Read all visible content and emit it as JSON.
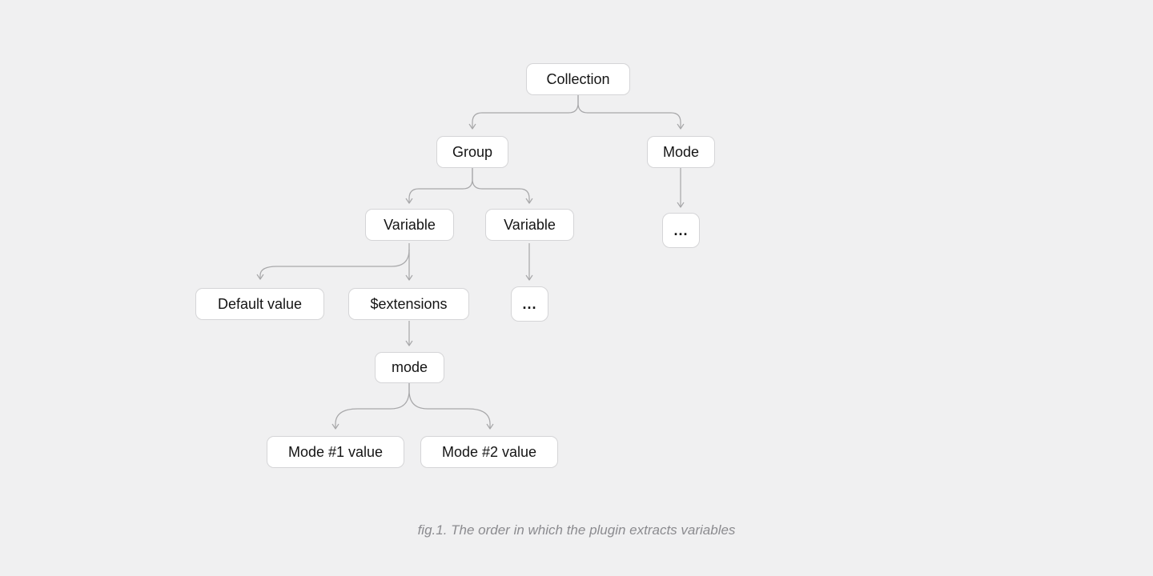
{
  "figure": {
    "caption": "fig.1. The order in which the plugin extracts variables"
  },
  "diagram": {
    "type": "tree",
    "nodes": {
      "collection": {
        "label": "Collection"
      },
      "group": {
        "label": "Group"
      },
      "mode_top": {
        "label": "Mode"
      },
      "variable1": {
        "label": "Variable"
      },
      "variable2": {
        "label": "Variable"
      },
      "mode_ellipsis": {
        "label": "..."
      },
      "default_value": {
        "label": "Default value"
      },
      "extensions": {
        "label": "$extensions"
      },
      "variable2_ellipsis": {
        "label": "..."
      },
      "mode_key": {
        "label": "mode"
      },
      "mode1_value": {
        "label": "Mode #1 value"
      },
      "mode2_value": {
        "label": "Mode #2 value"
      }
    },
    "edges": [
      {
        "from": "Collection",
        "to": "Group"
      },
      {
        "from": "Collection",
        "to": "Mode"
      },
      {
        "from": "Group",
        "to": "Variable (left)"
      },
      {
        "from": "Group",
        "to": "Variable (right)"
      },
      {
        "from": "Mode",
        "to": "..."
      },
      {
        "from": "Variable (left)",
        "to": "Default value"
      },
      {
        "from": "Variable (left)",
        "to": "$extensions"
      },
      {
        "from": "Variable (right)",
        "to": "..."
      },
      {
        "from": "$extensions",
        "to": "mode"
      },
      {
        "from": "mode",
        "to": "Mode #1 value"
      },
      {
        "from": "mode",
        "to": "Mode #2 value"
      }
    ],
    "colors": {
      "bg": "#f0f0f1",
      "node_bg": "#ffffff",
      "node_border": "#d5d5d7",
      "connector": "#a8a8aa",
      "text": "#141414",
      "caption": "#8b8b8f"
    }
  }
}
